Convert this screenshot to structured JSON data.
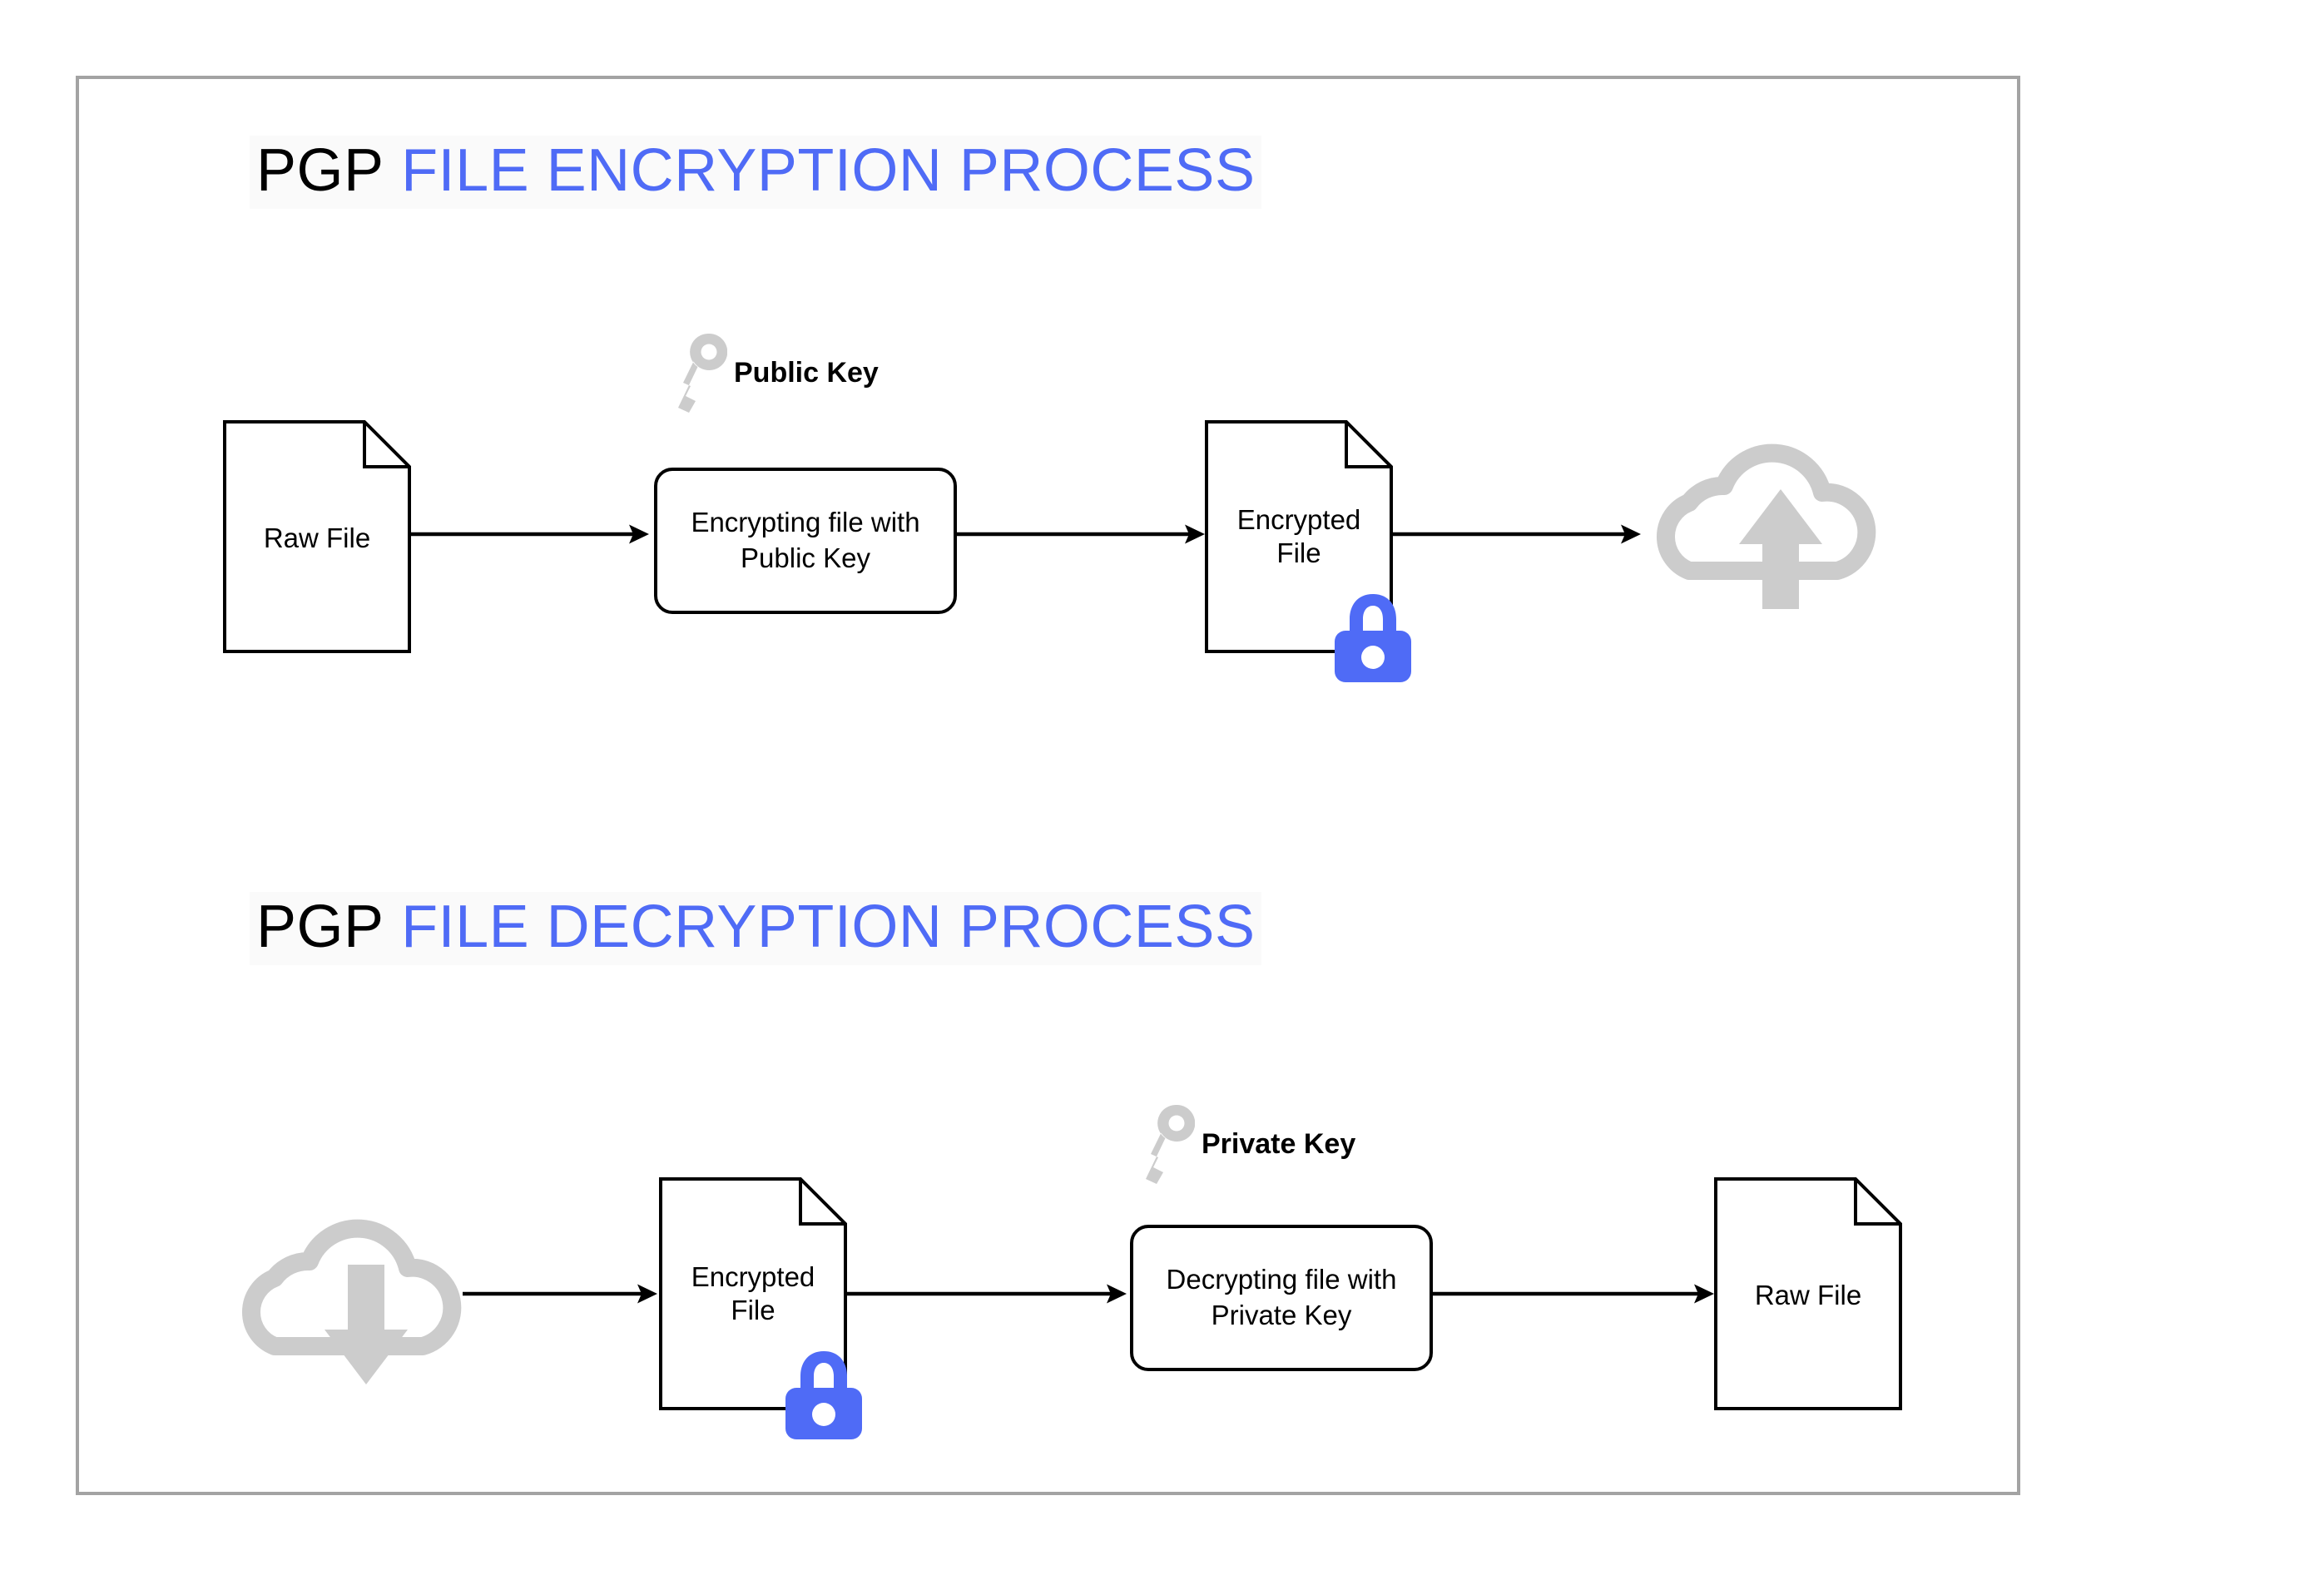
{
  "diagram": {
    "frame_border_color": "#a3a3a3",
    "accent_color": "#4f6bf6",
    "icon_gray": "#cccccc"
  },
  "sections": [
    {
      "id": "encryption",
      "title_brand": "PGP",
      "title_rest": "FILE ENCRYPTION PROCESS",
      "key_label": "Public Key",
      "key_icon": "key-icon",
      "nodes": {
        "source_file": "Raw File",
        "process": "Encrypting file with\nPublic Key",
        "result_file": "Encrypted\nFile",
        "destination_icon": "cloud-upload-icon",
        "lock_icon": "lock-closed-icon"
      }
    },
    {
      "id": "decryption",
      "title_brand": "PGP",
      "title_rest": "FILE DECRYPTION PROCESS",
      "key_label": "Private Key",
      "key_icon": "key-icon",
      "nodes": {
        "source_icon": "cloud-download-icon",
        "source_file": "Encrypted\nFile",
        "process": "Decrypting file with\nPrivate Key",
        "result_file": "Raw File",
        "lock_icon": "lock-closed-icon"
      }
    }
  ]
}
